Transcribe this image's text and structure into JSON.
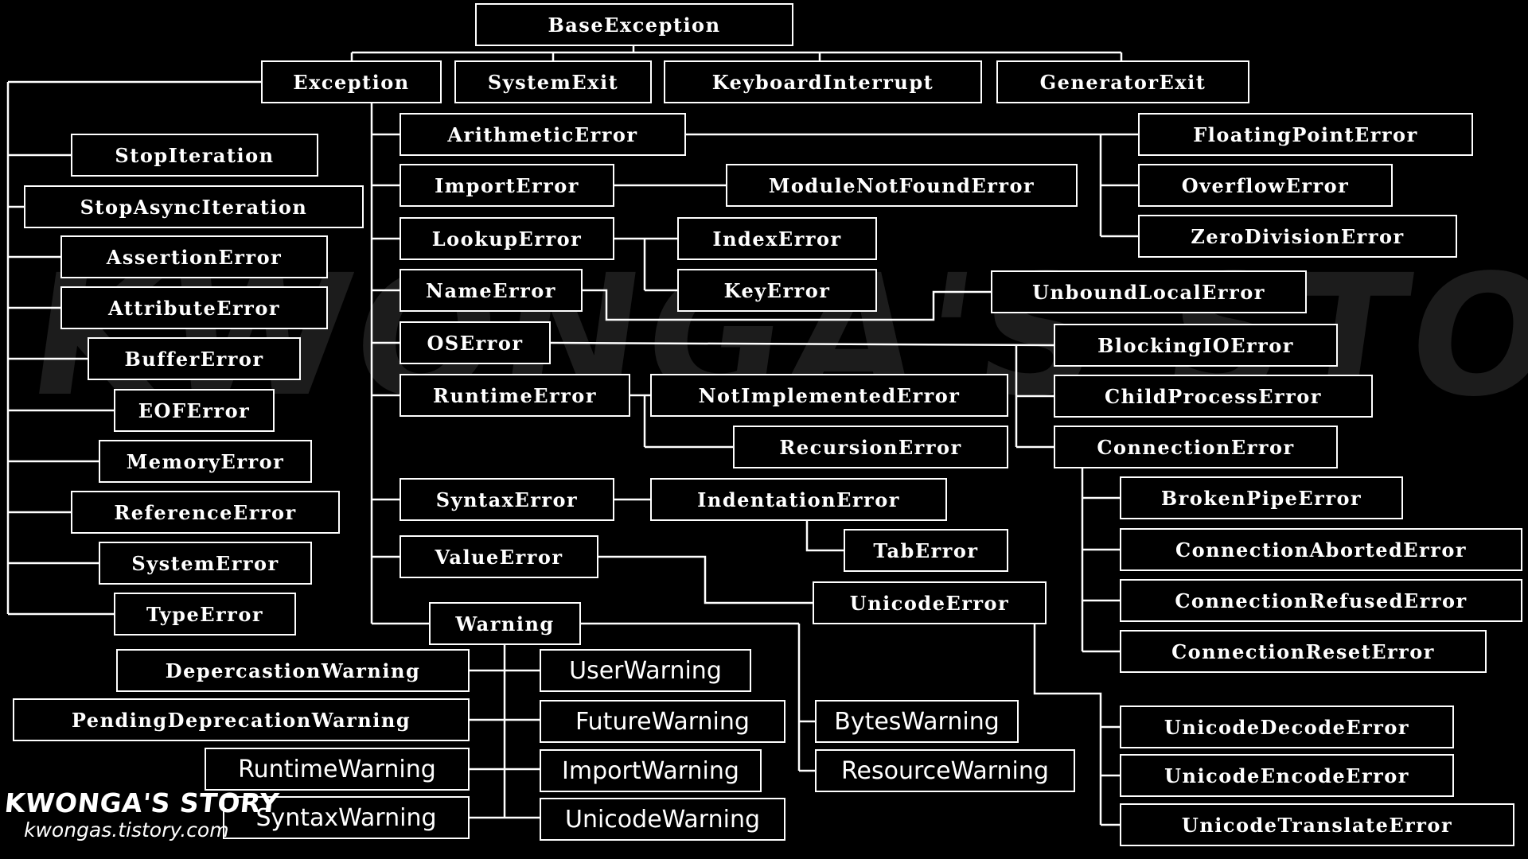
{
  "colors": {
    "background": "#000000",
    "foreground": "#ffffff"
  },
  "watermark": {
    "title": "KWONGA'S STORY",
    "url": "kwongas.tistory.com"
  },
  "nodes": {
    "base_exception": "BaseException",
    "exception": "Exception",
    "system_exit": "SystemExit",
    "keyboard_interrupt": "KeyboardInterrupt",
    "generator_exit": "GeneratorExit",
    "stop_iteration": "StopIteration",
    "stop_async_iteration": "StopAsyncIteration",
    "assertion_error": "AssertionError",
    "attribute_error": "AttributeError",
    "buffer_error": "BufferError",
    "eof_error": "EOFError",
    "memory_error": "MemoryError",
    "reference_error": "ReferenceError",
    "system_error": "SystemError",
    "type_error": "TypeError",
    "arithmetic_error": "ArithmeticError",
    "import_error": "ImportError",
    "lookup_error": "LookupError",
    "name_error": "NameError",
    "os_error": "OSError",
    "runtime_error": "RuntimeError",
    "syntax_error": "SyntaxError",
    "value_error": "ValueError",
    "warning": "Warning",
    "module_not_found_error": "ModuleNotFoundError",
    "index_error": "IndexError",
    "key_error": "KeyError",
    "not_implemented_error": "NotImplementedError",
    "recursion_error": "RecursionError",
    "indentation_error": "IndentationError",
    "tab_error": "TabError",
    "unicode_error": "UnicodeError",
    "floating_point_error": "FloatingPointError",
    "overflow_error": "OverflowError",
    "zero_division_error": "ZeroDivisionError",
    "unbound_local_error": "UnboundLocalError",
    "blocking_io_error": "BlockingIOError",
    "child_process_error": "ChildProcessError",
    "connection_error": "ConnectionError",
    "broken_pipe_error": "BrokenPipeError",
    "connection_aborted_error": "ConnectionAbortedError",
    "connection_refused_error": "ConnectionRefusedError",
    "connection_reset_error": "ConnectionResetError",
    "unicode_decode_error": "UnicodeDecodeError",
    "unicode_encode_error": "UnicodeEncodeError",
    "unicode_translate_error": "UnicodeTranslateError",
    "depercastion_warning": "DepercastionWarning",
    "pending_deprecation_warning": "PendingDeprecationWarning",
    "runtime_warning": "RuntimeWarning",
    "syntax_warning": "SyntaxWarning",
    "user_warning": "UserWarning",
    "future_warning": "FutureWarning",
    "import_warning": "ImportWarning",
    "unicode_warning": "UnicodeWarning",
    "bytes_warning": "BytesWarning",
    "resource_warning": "ResourceWarning"
  }
}
